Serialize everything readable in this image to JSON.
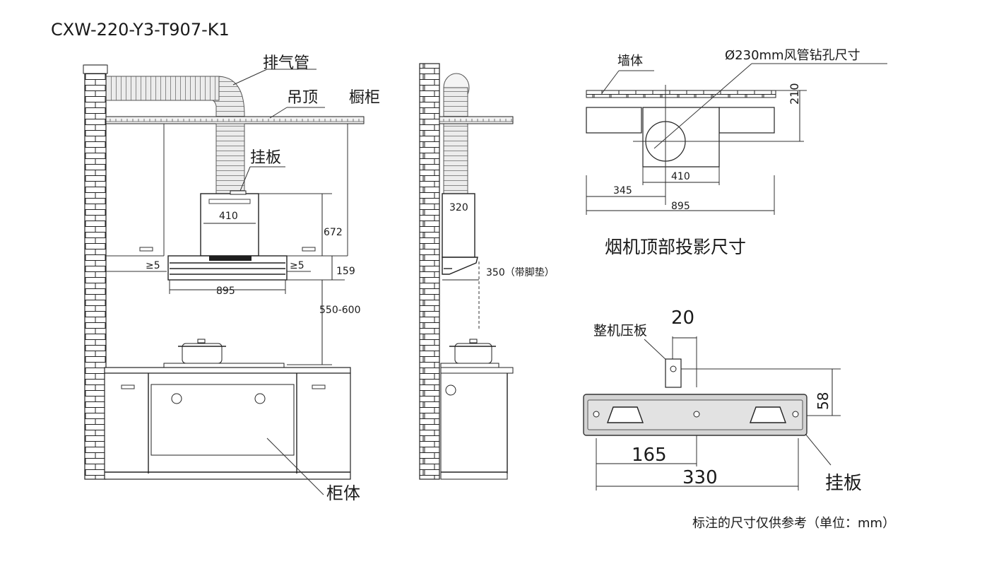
{
  "model": "CXW-220-Y3-T907-K1",
  "front_view": {
    "exhaust_pipe": "排气管",
    "ceiling": "吊顶",
    "cabinet_top": "橱柜",
    "hanging_plate": "挂板",
    "dim_410": "410",
    "dim_672": "672",
    "dim_gap_left": "≥5",
    "dim_gap_right": "≥5",
    "dim_159": "159",
    "dim_895": "895",
    "dim_550_600": "550-600",
    "cabinet_body": "柜体"
  },
  "side_view": {
    "dim_320": "320",
    "dim_350": "350（带脚垫）"
  },
  "top_projection": {
    "wall": "墙体",
    "duct_hole": "Ø230mm风管钻孔尺寸",
    "dim_210": "210",
    "dim_410": "410",
    "dim_345": "345",
    "dim_895": "895",
    "title": "烟机顶部投影尺寸"
  },
  "plate_view": {
    "press_plate": "整机压板",
    "dim_20": "20",
    "dim_58": "58",
    "dim_165": "165",
    "dim_330": "330",
    "hanging_plate": "挂板"
  },
  "note": "标注的尺寸仅供参考（单位：mm）"
}
